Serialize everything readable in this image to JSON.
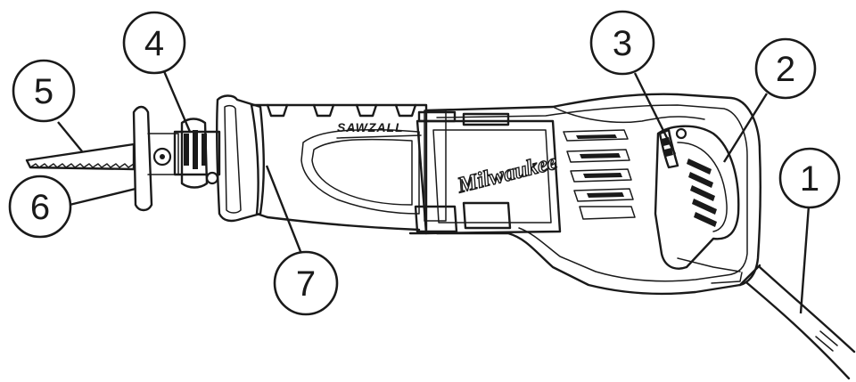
{
  "diagram": {
    "brand_logo": "Milwaukee",
    "model_label": "SAWZALL",
    "callouts": [
      {
        "id": "1",
        "label": "1"
      },
      {
        "id": "2",
        "label": "2"
      },
      {
        "id": "3",
        "label": "3"
      },
      {
        "id": "4",
        "label": "4"
      },
      {
        "id": "5",
        "label": "5"
      },
      {
        "id": "6",
        "label": "6"
      },
      {
        "id": "7",
        "label": "7"
      }
    ]
  }
}
